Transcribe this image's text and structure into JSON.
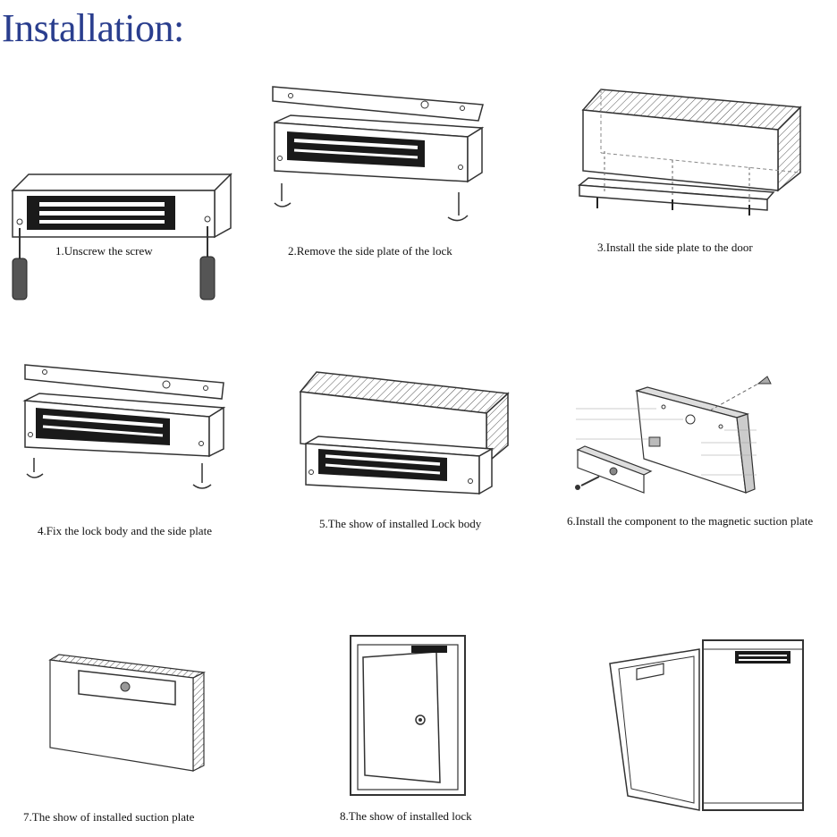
{
  "title": "Installation:",
  "steps": [
    {
      "caption": "1.Unscrew the screw"
    },
    {
      "caption": "2.Remove the side plate of the lock"
    },
    {
      "caption": "3.Install the side plate to the door"
    },
    {
      "caption": "4.Fix the lock body and the side plate"
    },
    {
      "caption": "5.The show of installed Lock body"
    },
    {
      "caption": "6.Install the component to the magnetic suction plate"
    },
    {
      "caption": "7.The show of installed suction plate"
    },
    {
      "caption": "8.The show of installed lock"
    }
  ],
  "colors": {
    "title": "#2a3e8e",
    "line": "#333333",
    "dark": "#1a1a1a"
  }
}
